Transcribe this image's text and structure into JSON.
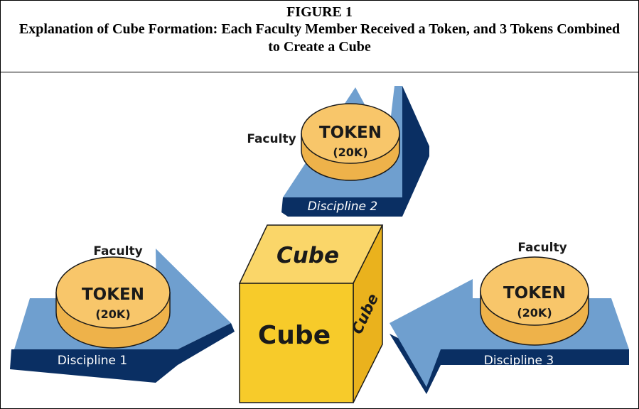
{
  "figure": {
    "label": "FIGURE 1",
    "caption": "Explanation of Cube Formation: Each Faculty Member Received a Token, and 3 Tokens Combined to Create a Cube"
  },
  "tokens": [
    {
      "faculty": "Faculty",
      "token": "TOKEN",
      "amount": "(20K)",
      "discipline": "Discipline 1"
    },
    {
      "faculty": "Faculty",
      "token": "TOKEN",
      "amount": "(20K)",
      "discipline": "Discipline 2"
    },
    {
      "faculty": "Faculty",
      "token": "TOKEN",
      "amount": "(20K)",
      "discipline": "Discipline 3"
    }
  ],
  "cube": {
    "top": "Cube",
    "front": "Cube",
    "side": "Cube"
  },
  "colors": {
    "arrow_light": "#6f9fcf",
    "arrow_dark": "#0a2f63",
    "token_fill": "#f8c66a",
    "token_side": "#eeb24a",
    "cube_front": "#f7cb2a",
    "cube_top": "#fad669",
    "cube_side": "#eab21d"
  }
}
